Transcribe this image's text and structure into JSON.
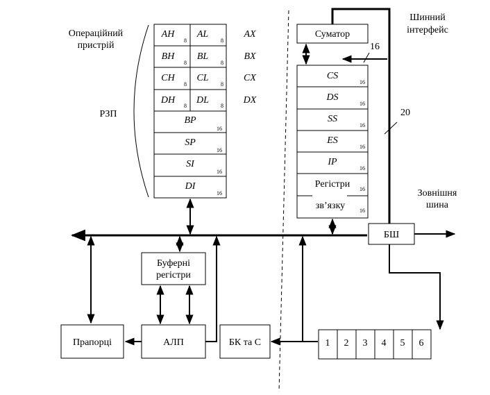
{
  "labels": {
    "operating_device": [
      "Операційний",
      "пристрій"
    ],
    "rzp": "РЗП",
    "bus_interface": [
      "Шинний",
      "інтерфейс"
    ],
    "external_bus": [
      "Зовнішня",
      "шина"
    ],
    "adder": "Суматор",
    "bus_width_16": "16",
    "bus_width_20": "20",
    "bsh": "БШ",
    "buffer_registers": [
      "Буферні",
      "регістри"
    ],
    "flags": "Прапорці",
    "alu": "АЛП",
    "bk_ts": "БК та С",
    "queue_cells": [
      "1",
      "2",
      "3",
      "4",
      "5",
      "6"
    ]
  },
  "gp_registers": [
    {
      "high": "AH",
      "low": "AL",
      "pair": "AX",
      "hw": "8",
      "lw": "8"
    },
    {
      "high": "BH",
      "low": "BL",
      "pair": "BX",
      "hw": "8",
      "lw": "8"
    },
    {
      "high": "CH",
      "low": "CL",
      "pair": "CX",
      "hw": "8",
      "lw": "8"
    },
    {
      "high": "DH",
      "low": "DL",
      "pair": "DX",
      "hw": "8",
      "lw": "8"
    }
  ],
  "index_registers": [
    {
      "name": "BP",
      "width": "16"
    },
    {
      "name": "SP",
      "width": "16"
    },
    {
      "name": "SI",
      "width": "16"
    },
    {
      "name": "DI",
      "width": "16"
    }
  ],
  "segment_registers": [
    {
      "name": "CS",
      "width": "16"
    },
    {
      "name": "DS",
      "width": "16"
    },
    {
      "name": "SS",
      "width": "16"
    },
    {
      "name": "ES",
      "width": "16"
    },
    {
      "name": "IP",
      "width": "16"
    }
  ],
  "comm_registers": {
    "line1": "Регістри",
    "line2": "зв’язку",
    "w1": "16",
    "w2": "16"
  }
}
